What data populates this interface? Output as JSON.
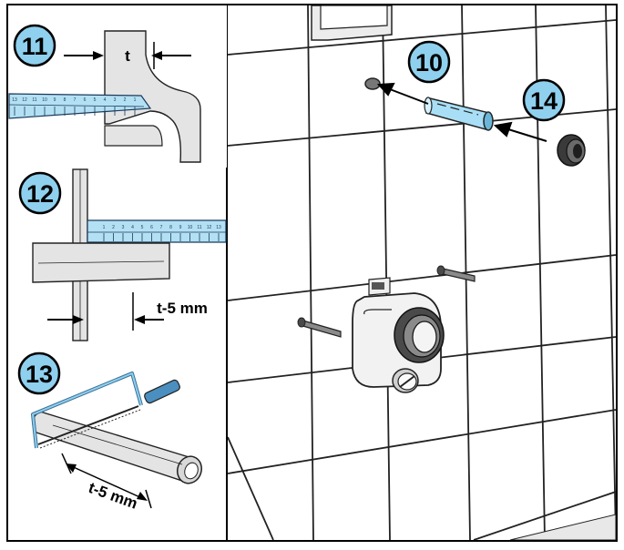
{
  "steps": {
    "s10": "10",
    "s11": "11",
    "s12": "12",
    "s13": "13",
    "s14": "14"
  },
  "labels": {
    "thickness": "t",
    "cut_length_12": "t-5 mm",
    "cut_length_13": "t-5 mm"
  },
  "ruler_ticks_11": [
    "13",
    "12",
    "11",
    "10",
    "9",
    "8",
    "7",
    "6",
    "5",
    "4",
    "3",
    "2",
    "1"
  ],
  "ruler_ticks_12": [
    "1",
    "2",
    "3",
    "4",
    "5",
    "6",
    "7",
    "8",
    "9",
    "10",
    "11",
    "12",
    "13"
  ],
  "colors": {
    "accent_blue": "#8fd0ee",
    "ruler_blue": "#b4e0f4",
    "panel_grey": "#e4e4e4",
    "dark": "#1a1a1a"
  }
}
